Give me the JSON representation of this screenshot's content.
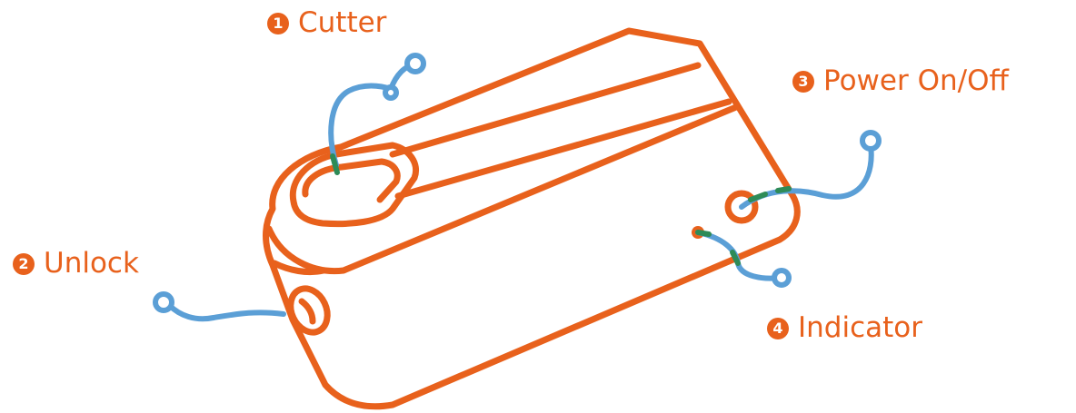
{
  "colors": {
    "device": "#E8611C",
    "leader": "#5B9FD6",
    "contact": "#2E8B57",
    "text": "#E8611C",
    "badge": "#E8611C",
    "badge_text": "#FFFFFF"
  },
  "callouts": {
    "cutter": {
      "number": "1",
      "label": "Cutter"
    },
    "unlock": {
      "number": "2",
      "label": "Unlock"
    },
    "power": {
      "number": "3",
      "label": "Power On/Off"
    },
    "indicator": {
      "number": "4",
      "label": "Indicator"
    }
  }
}
